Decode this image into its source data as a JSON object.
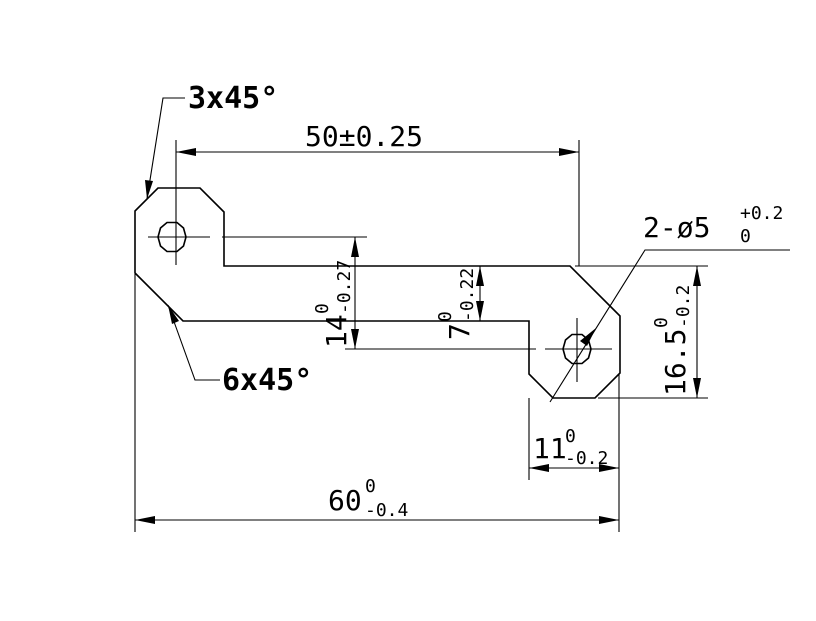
{
  "drawing": {
    "chamfer_small": "3x45°",
    "chamfer_large": "6x45°",
    "center_distance": "50±0.25",
    "hole_count_prefix": "2-ø5",
    "hole_tol_upper": "+0.2",
    "hole_tol_lower": "0",
    "height_left_nominal": "14",
    "height_left_upper": "0",
    "height_left_lower": "-0.27",
    "width_center_nominal": "7",
    "width_center_upper": "0",
    "width_center_lower": "-0.22",
    "height_right_nominal": "16.5",
    "height_right_upper": "0",
    "height_right_lower": "-0.2",
    "tab_width_nominal": "11",
    "tab_width_upper": "0",
    "tab_width_lower": "-0.2",
    "overall_length_nominal": "60",
    "overall_length_upper": "0",
    "overall_length_lower": "-0.4"
  }
}
